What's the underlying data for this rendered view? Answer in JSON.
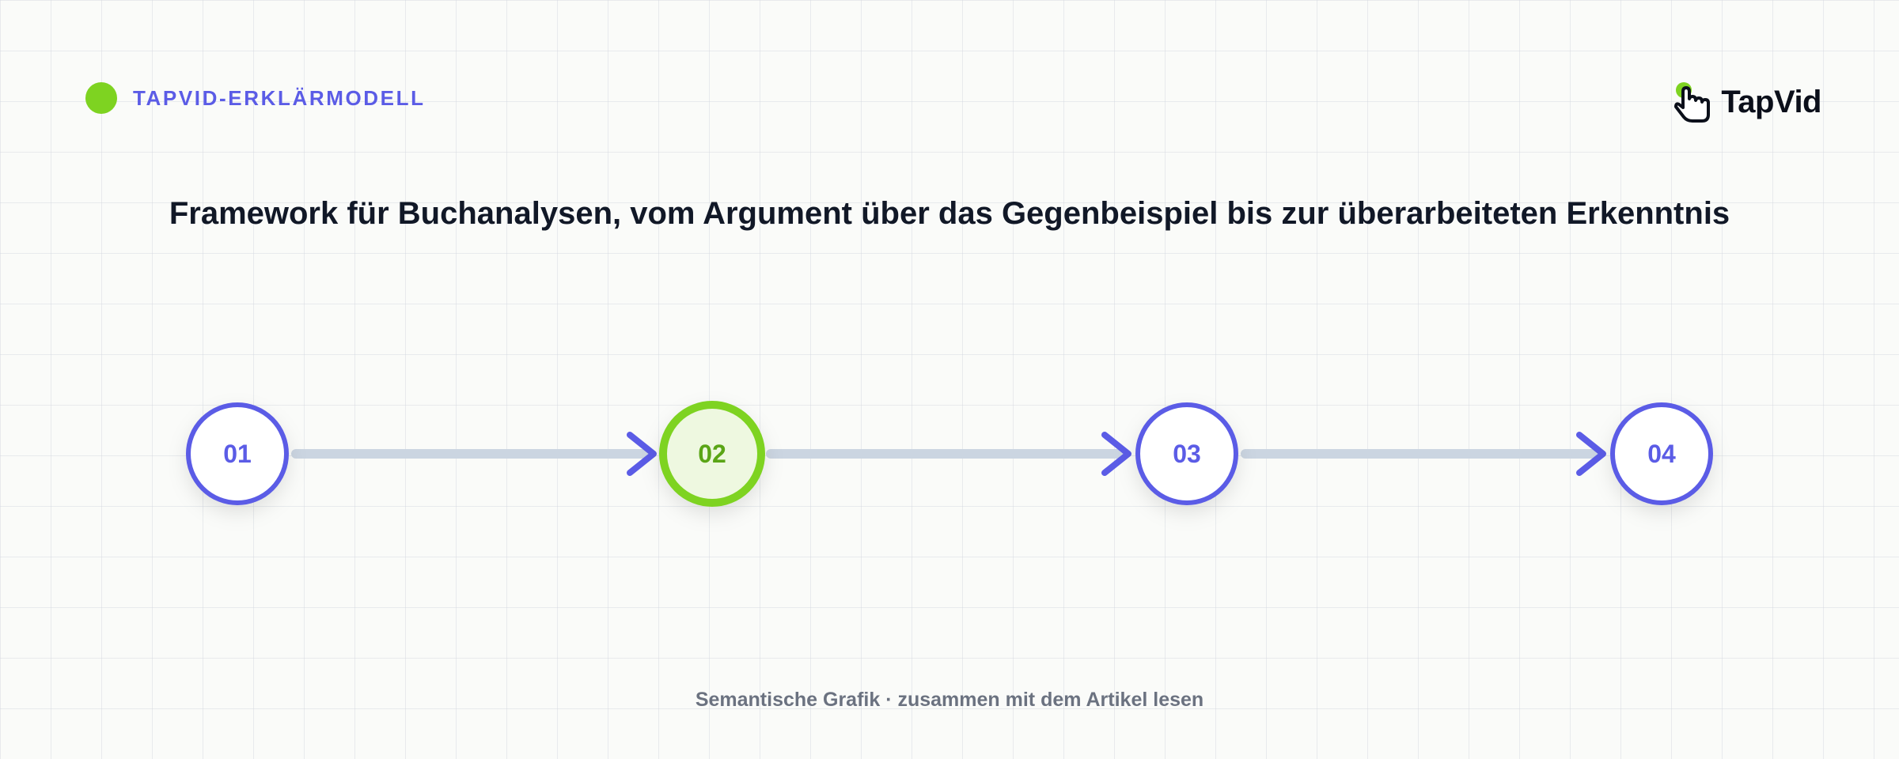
{
  "header": {
    "eyebrow_label": "TAPVID-ERKLÄRMODELL",
    "logo_text": "TapVid"
  },
  "title": "Framework für Buchanalysen, vom Argument über das Gegenbeispiel bis zur überarbeiteten Erkenntnis",
  "steps": [
    {
      "label": "01",
      "highlighted": false
    },
    {
      "label": "02",
      "highlighted": true
    },
    {
      "label": "03",
      "highlighted": false
    },
    {
      "label": "04",
      "highlighted": false
    }
  ],
  "footer": "Semantische Grafik · zusammen mit dem Artikel lesen",
  "colors": {
    "accent": "#5b5ce6",
    "highlight": "#7ed321",
    "highlight_fill": "#eef8e0",
    "connector": "#cbd5e1",
    "title": "#111827",
    "footer": "#6b7280"
  }
}
